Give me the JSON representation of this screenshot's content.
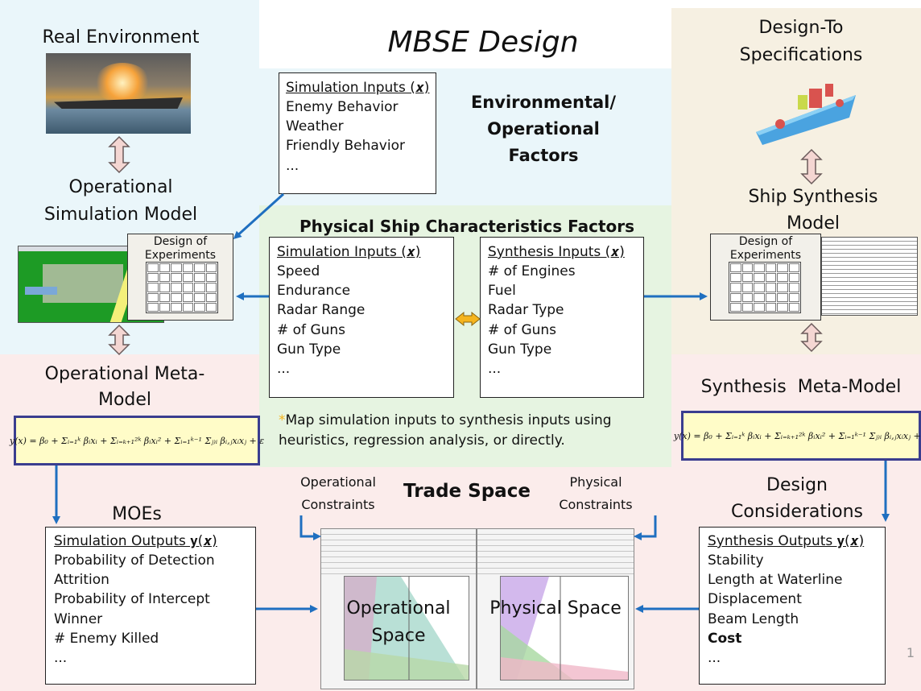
{
  "title": "MBSE Design",
  "real_environment": {
    "label": "Real Environment"
  },
  "design_to": {
    "label_line1": "Design-To",
    "label_line2": "Specifications"
  },
  "env_factors": {
    "title_line1": "Environmental/",
    "title_line2": "Operational",
    "title_line3": "Factors",
    "inputs_header": "Simulation Inputs (𝒙)",
    "items": [
      "Enemy Behavior",
      "Weather",
      "Friendly Behavior",
      "..."
    ]
  },
  "op_sim_model": {
    "line1": "Operational",
    "line2": "Simulation Model"
  },
  "ship_synth_model": {
    "line1": "Ship Synthesis",
    "line2": "Model"
  },
  "physical": {
    "title": "Physical Ship Characteristics Factors",
    "sim_header": "Simulation Inputs (𝒙)",
    "sim_items": [
      "Speed",
      "Endurance",
      "Radar Range",
      "# of Guns",
      "Gun Type",
      "..."
    ],
    "syn_header": "Synthesis Inputs (𝒙)",
    "syn_items": [
      "# of Engines",
      "Fuel",
      "Radar Type",
      "# of Guns",
      "Gun Type",
      "..."
    ],
    "note_star": "*",
    "note_line1": "Map simulation inputs to synthesis inputs using",
    "note_line2": "heuristics, regression analysis, or directly."
  },
  "doe": {
    "left_line1": "Design of",
    "left_line2": "Experiments",
    "right_line1": "Design of",
    "right_line2": "Experiments"
  },
  "op_meta": {
    "line1": "Operational Meta-",
    "line2": "Model"
  },
  "synth_meta": {
    "label": "Synthesis  Meta-Model"
  },
  "equation": "y(x) = β₀ + Σᵢ₌₁ᵏ βᵢxᵢ + Σᵢ₌ₖ₊₁²ᵏ βᵢxᵢ² + Σᵢ₌₁ᵏ⁻¹ Σⱼ₎ᵢ βᵢ,ⱼxᵢxⱼ + ε",
  "moes": {
    "label": "MOEs",
    "header": "Simulation Outputs 𝐲(𝒙)",
    "items": [
      "Probability of Detection",
      "Attrition",
      "Probability of Intercept",
      "Winner",
      "# Enemy Killed",
      "..."
    ]
  },
  "trade": {
    "title": "Trade Space",
    "op_constraints_line1": "Operational",
    "op_constraints_line2": "Constraints",
    "phys_constraints_line1": "Physical",
    "phys_constraints_line2": "Constraints",
    "op_space_line1": "Operational",
    "op_space_line2": "Space",
    "phys_space": "Physical Space"
  },
  "design_cons": {
    "line1": "Design",
    "line2": "Considerations",
    "header": "Synthesis Outputs 𝐲(𝒙)",
    "items": [
      "Stability",
      "Length at Waterline",
      "Displacement",
      "Beam Length"
    ],
    "bold_item": "Cost",
    "last_item": "..."
  },
  "page_number": "1",
  "colors": {
    "blue_region": "#eaf6fa",
    "tan_region": "#f6f0e2",
    "pink_region": "#fbeceb",
    "green_region": "#e6f4e1",
    "arrow_blue": "#1f6fc0",
    "equation_fill": "#fffcc8",
    "equation_border": "#3a3d8f",
    "double_arrow": "#f4d6d2",
    "swap_arrow": "#f5b41e"
  }
}
